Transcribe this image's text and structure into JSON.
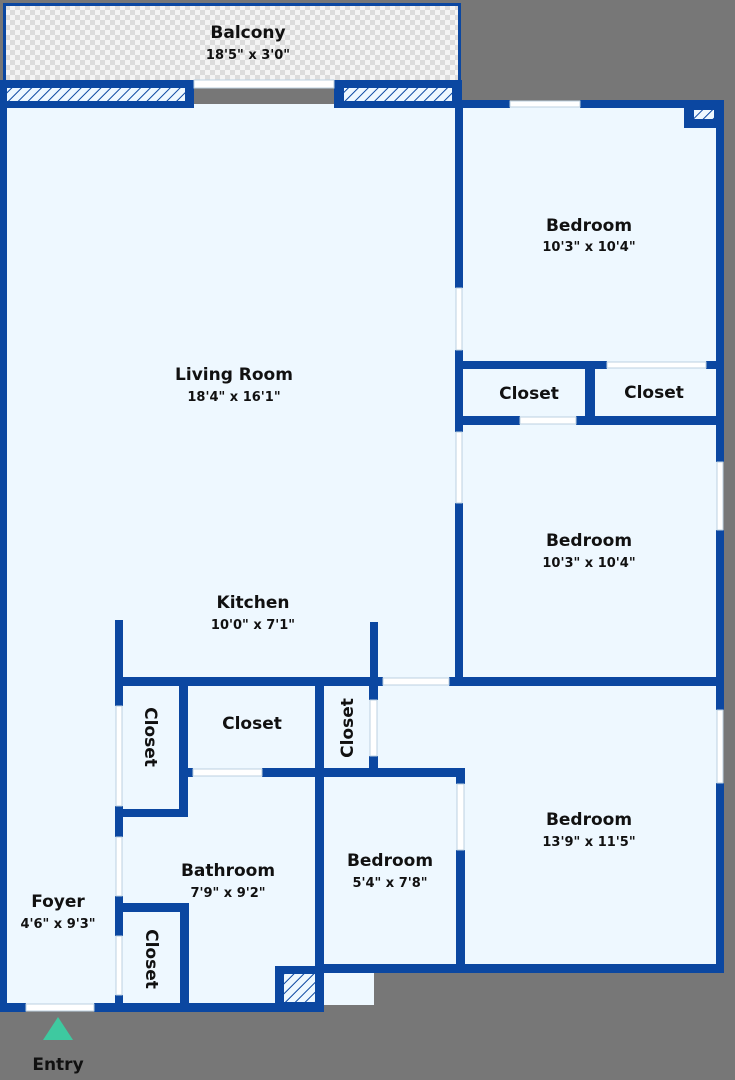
{
  "colors": {
    "wall": "#0b47a1",
    "floor": "#eef8ff",
    "background": "#777777",
    "window": "#ffffff",
    "entry_marker": "#3ec9a0"
  },
  "rooms": {
    "balcony": {
      "name": "Balcony",
      "dims": "18'5\" x 3'0\""
    },
    "living": {
      "name": "Living Room",
      "dims": "18'4\" x 16'1\""
    },
    "kitchen": {
      "name": "Kitchen",
      "dims": "10'0\" x 7'1\""
    },
    "bedroom_top": {
      "name": "Bedroom",
      "dims": "10'3\" x 10'4\""
    },
    "closet_mid_left": {
      "name": "Closet"
    },
    "closet_mid_right": {
      "name": "Closet"
    },
    "bedroom_mid": {
      "name": "Bedroom",
      "dims": "10'3\" x 10'4\""
    },
    "bedroom_large": {
      "name": "Bedroom",
      "dims": "13'9\" x 11'5\""
    },
    "closet_vertical_left": {
      "name": "Closet"
    },
    "closet_center": {
      "name": "Closet"
    },
    "closet_vertical_mid": {
      "name": "Closet"
    },
    "bathroom": {
      "name": "Bathroom",
      "dims": "7'9\" x 9'2\""
    },
    "bedroom_small": {
      "name": "Bedroom",
      "dims": "5'4\" x 7'8\""
    },
    "closet_vertical_bottom": {
      "name": "Closet"
    },
    "foyer": {
      "name": "Foyer",
      "dims": "4'6\" x 9'3\""
    }
  },
  "entry": {
    "label": "Entry"
  }
}
